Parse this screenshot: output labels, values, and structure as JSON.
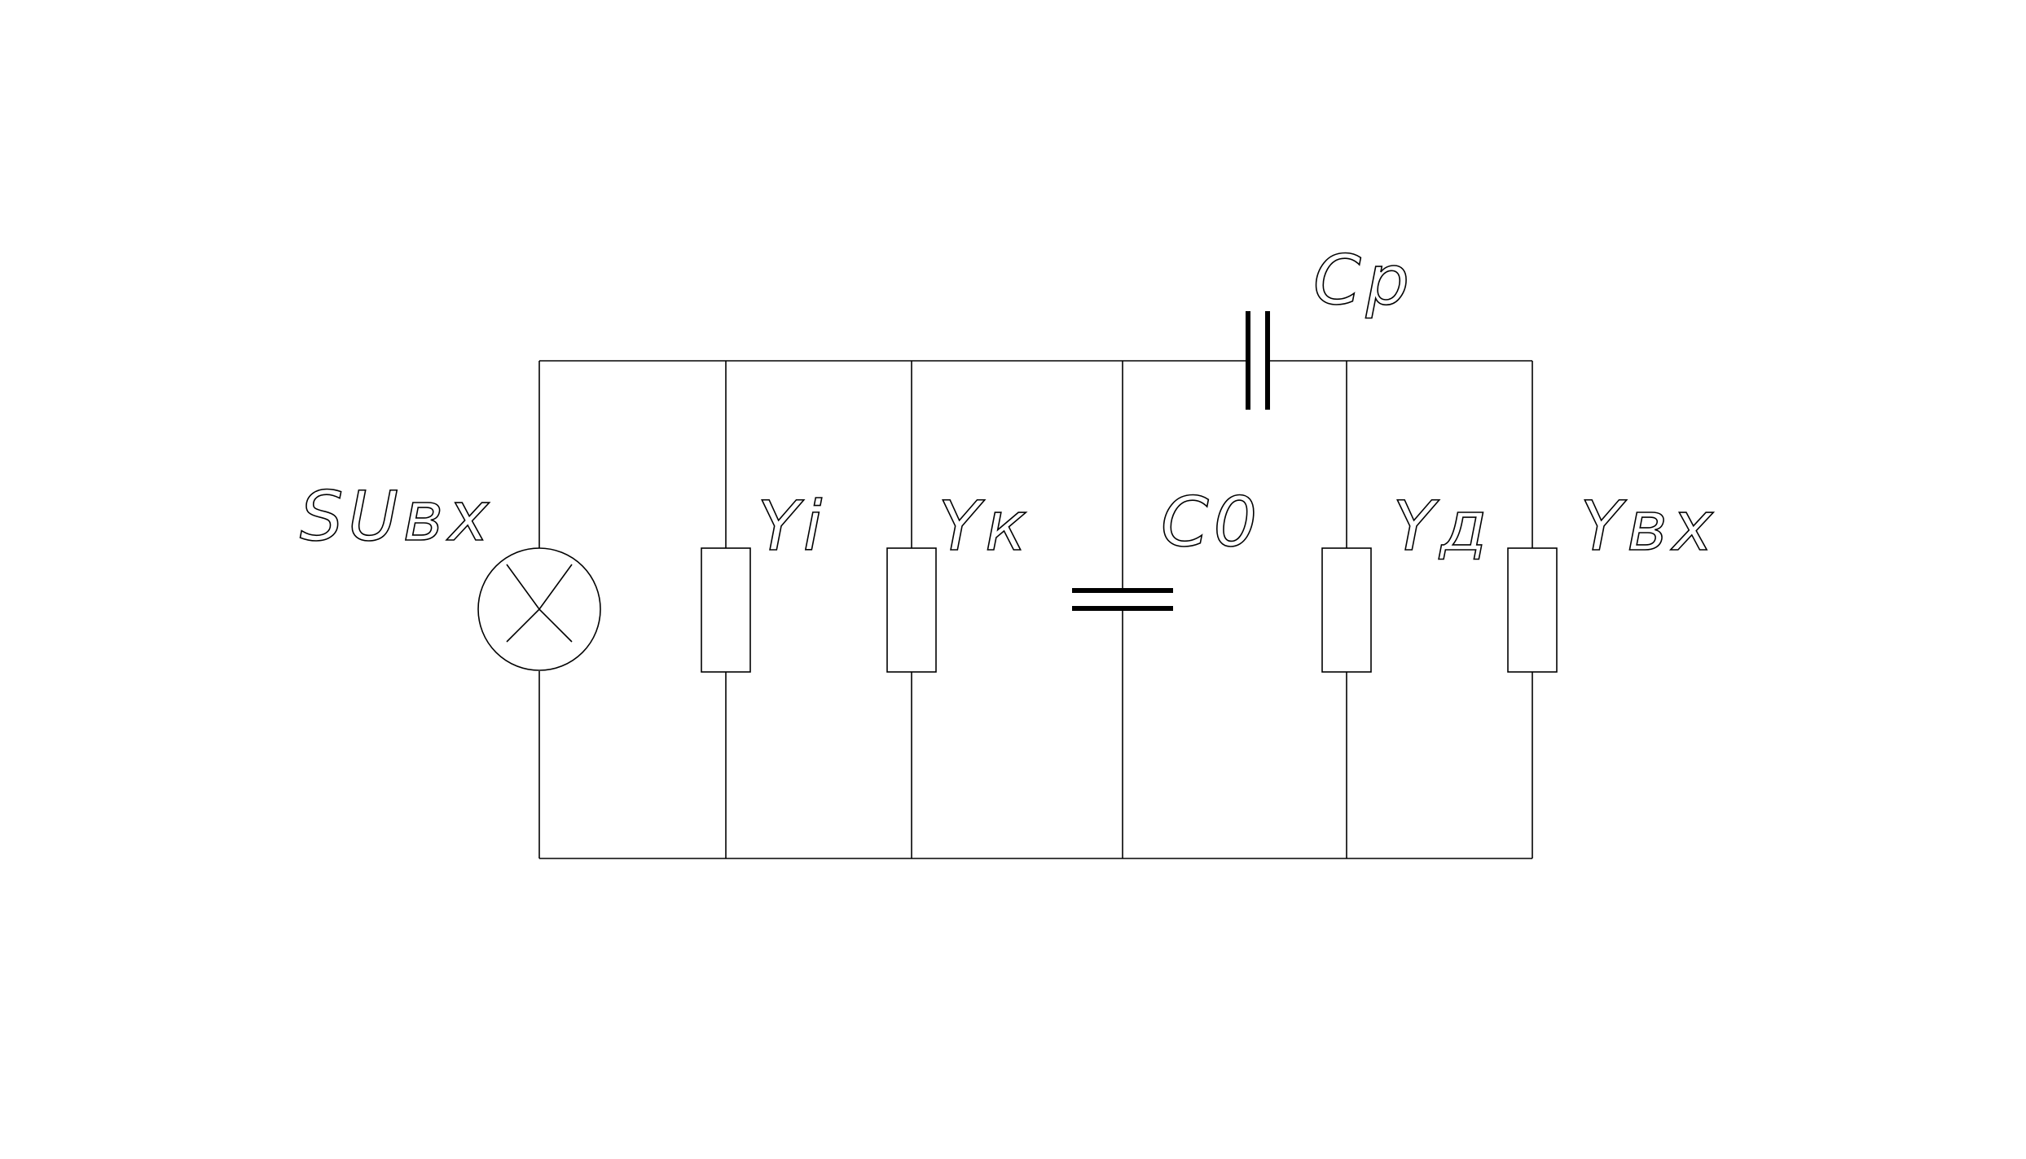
{
  "diagram": {
    "labels": {
      "source": "SUвх",
      "yi": "Yi",
      "yk": "Yк",
      "c0": "C0",
      "cp": "Cp",
      "yd": "Yд",
      "yvx": "Yвх"
    },
    "colors": {
      "line": "#000000",
      "background": "#ffffff"
    }
  }
}
